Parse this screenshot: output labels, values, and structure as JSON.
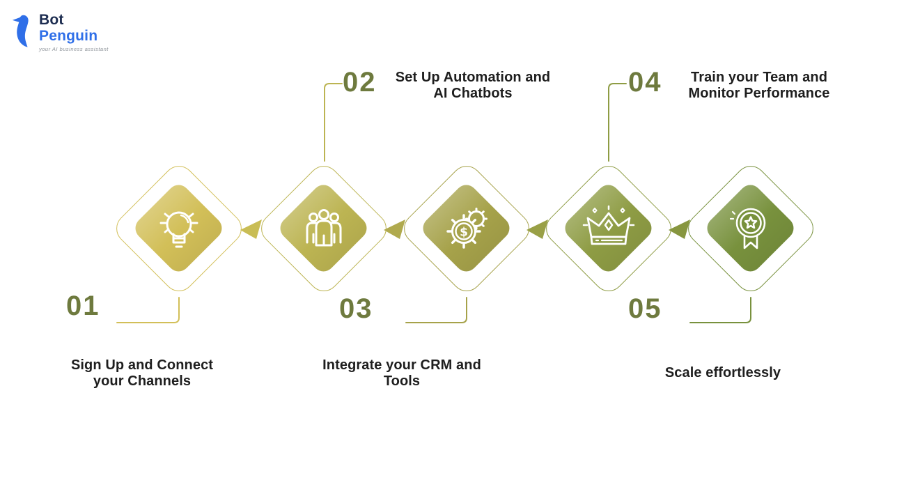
{
  "logo": {
    "brand_top": "Bot",
    "brand_bottom": "Penguin",
    "tagline": "your AI business assistant",
    "brand_top_color": "#1c2c50",
    "brand_bottom_color": "#2f6fe8",
    "icon_color": "#2f6fe8",
    "tagline_color": "#8d9399"
  },
  "colors": {
    "number": "#6e7a3e",
    "label": "#1e1e1e",
    "background": "#ffffff",
    "icon_stroke": "#ffffff"
  },
  "steps": [
    {
      "number": "01",
      "label": "Sign Up and Connect your Channels",
      "icon": "lightbulb-icon",
      "color": "#d2bf58",
      "label_position": "bottom"
    },
    {
      "number": "02",
      "label": "Set Up Automation and AI Chatbots",
      "icon": "team-icon",
      "color": "#bcb452",
      "label_position": "top"
    },
    {
      "number": "03",
      "label": "Integrate your CRM and Tools",
      "icon": "gear-dollar-icon",
      "color": "#a6a24a",
      "label_position": "bottom"
    },
    {
      "number": "04",
      "label": "Train your Team and Monitor Performance",
      "icon": "crown-icon",
      "color": "#8e9c44",
      "label_position": "top"
    },
    {
      "number": "05",
      "label": "Scale effortlessly",
      "icon": "award-ribbon-icon",
      "color": "#78913d",
      "label_position": "bottom"
    }
  ],
  "arrows": {
    "colors": [
      "#c9bd55",
      "#b0aa4e",
      "#99a046",
      "#87963f"
    ],
    "direction": "left"
  },
  "gear_icon": {
    "dollar_sign": "$"
  }
}
